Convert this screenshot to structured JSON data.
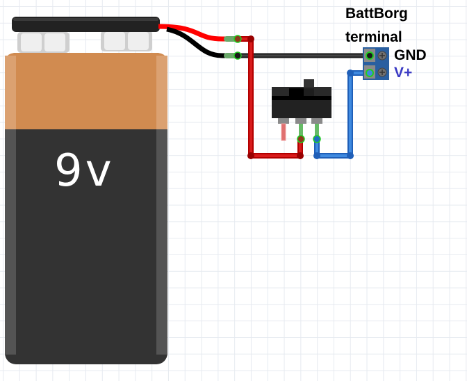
{
  "diagram": {
    "battery": {
      "label": "9v",
      "body_color": "#333333",
      "cap_color": "#d18b50"
    },
    "terminal": {
      "title_line1": "BattBorg",
      "title_line2": "terminal",
      "pin_gnd_label": "GND",
      "pin_vplus_label": "V+",
      "block_color": "#2a5fa0"
    },
    "switch": {
      "type": "slide switch",
      "pins": 3
    },
    "wires": [
      {
        "name": "battery-positive",
        "color": "#e00000"
      },
      {
        "name": "battery-negative",
        "color": "#000000"
      },
      {
        "name": "switch-to-vplus",
        "color": "#3a7fd0"
      }
    ],
    "colors": {
      "red_wire": "#cc1111",
      "blue_wire": "#3a7fd0",
      "vplus_text": "#3b3bc4",
      "grid": "#e6eaf0"
    }
  }
}
